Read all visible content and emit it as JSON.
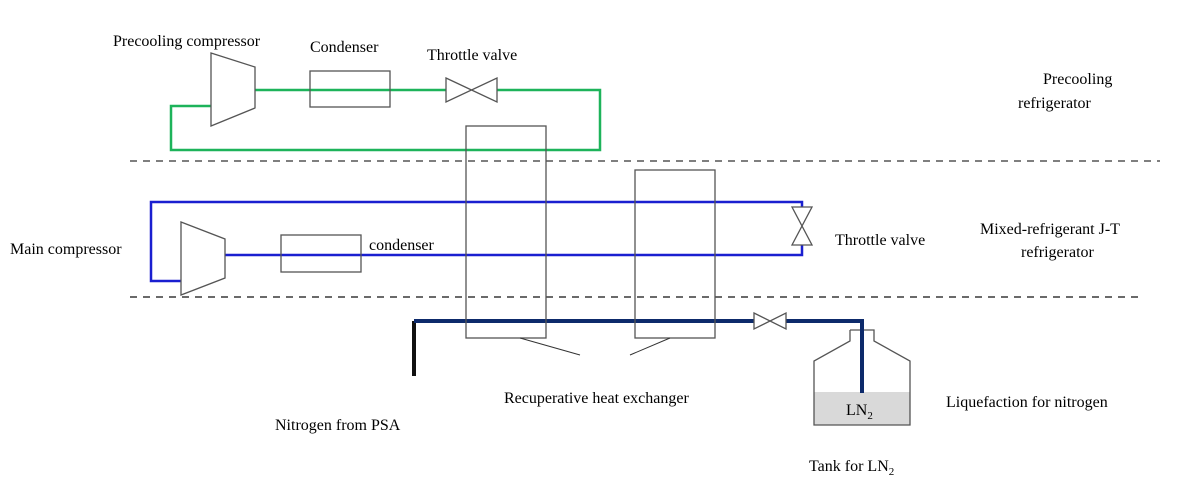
{
  "diagram": {
    "colors": {
      "precooling_loop": "#1db35a",
      "mixed_refrigerant_loop": "#1a1fd0",
      "nitrogen_line": "#0d2a6b",
      "component_stroke": "#555555",
      "tank_liquid": "#d9d9d9"
    },
    "labels": {
      "precooling_compressor": "Precooling compressor",
      "condenser_top": "Condenser",
      "throttle_valve_top": "Throttle valve",
      "precooling_refrigerator_line1": "Precooling",
      "precooling_refrigerator_line2": "refrigerator",
      "main_compressor": "Main compressor",
      "condenser_mid": "condenser",
      "throttle_valve_mid": "Throttle valve",
      "mixed_refrigerator_line1": "Mixed-refrigerant J-T",
      "mixed_refrigerator_line2": "refrigerator",
      "nitrogen_from_psa": "Nitrogen from PSA",
      "recuperative_hx": "Recuperative heat exchanger",
      "ln2_base": "LN",
      "ln2_sub": "2",
      "tank_label_base": "Tank for LN",
      "tank_label_sub": "2",
      "liquefaction": "Liquefaction for nitrogen"
    }
  }
}
